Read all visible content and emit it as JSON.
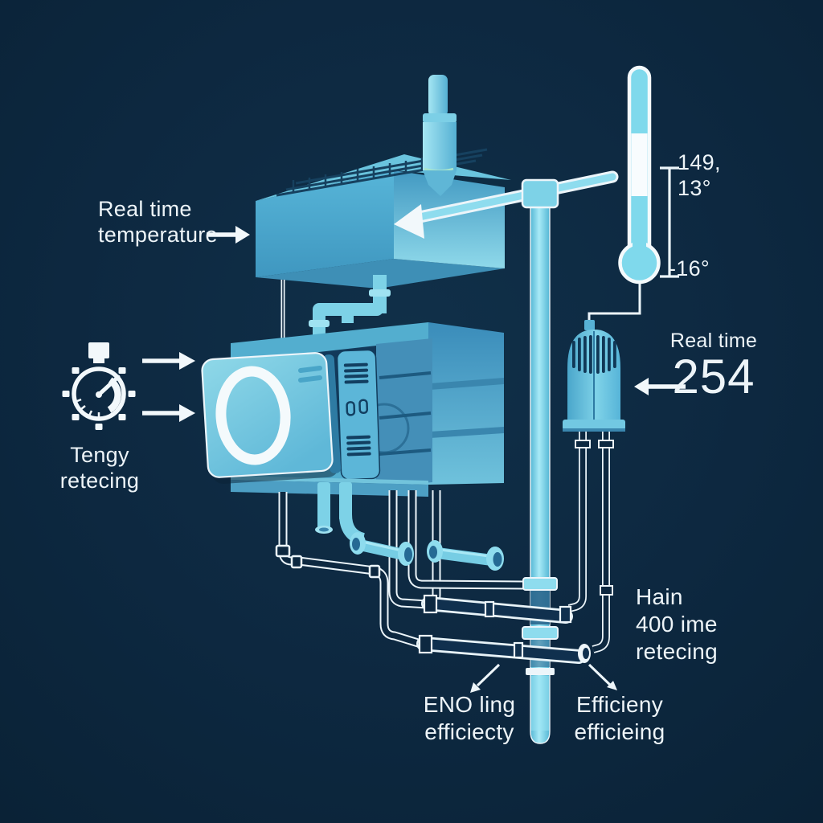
{
  "labels": {
    "temp_label": {
      "line1": "Real time",
      "line2": "temperature"
    },
    "timer_label": {
      "line1": "Tengy",
      "line2": "retecing"
    },
    "thermo_scale": {
      "high_line1": "149,",
      "high_line2": "13°",
      "low": "-16°"
    },
    "reading": {
      "title": "Real time",
      "value": "254"
    },
    "flow_label": {
      "line1": "Hain",
      "line2": "400 ime",
      "line3": "retecing"
    },
    "efficiency_left": {
      "line1": "ENO ling",
      "line2": "efficiecty"
    },
    "efficiency_right": {
      "line1": "Efficieny",
      "line2": "efficieing"
    }
  },
  "icons": {
    "stopwatch": "stopwatch-icon",
    "thermometer": "thermometer-icon",
    "arrow_right": "arrow-right-icon",
    "arrow_left": "arrow-left-icon",
    "pointer": "pointer-arrow-icon"
  },
  "colors": {
    "background": "#0d2840",
    "accent_cyan": "#7fd9ec",
    "machine_blue": "#4fa9cb",
    "pipe_outline_white": "#eef6fa",
    "dark_pipe": "#0f2f4d",
    "text": "#edf4f8"
  }
}
